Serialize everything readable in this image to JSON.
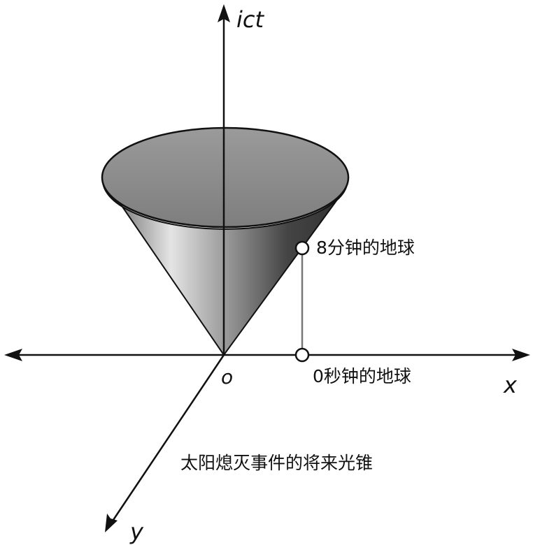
{
  "axes": {
    "vertical_label": "ict",
    "x_label": "x",
    "y_label": "y",
    "origin_label": "o"
  },
  "labels": {
    "earth_8min": "8分钟的地球",
    "earth_0sec": "0秒钟的地球",
    "cone_caption": "太阳熄灭事件的将来光锥"
  },
  "colors": {
    "axis": "#111111",
    "cone_top": "#8c8c8c",
    "cone_dark": "#3a3a3a",
    "cone_light": "#e6e6e6",
    "connector": "#777777"
  }
}
